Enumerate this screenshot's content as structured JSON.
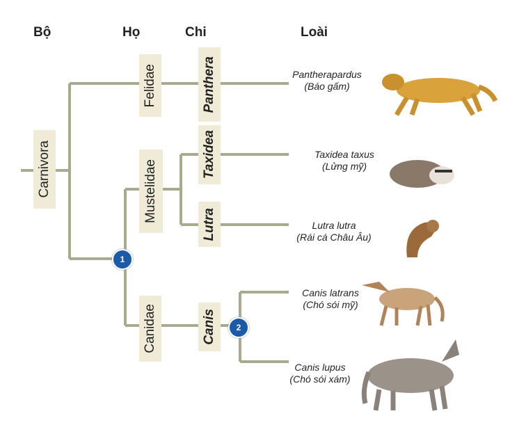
{
  "headers": {
    "order": "Bộ",
    "family": "Họ",
    "genus": "Chi",
    "species": "Loài"
  },
  "order": "Carnivora",
  "families": [
    "Felidae",
    "Mustelidae",
    "Canidae"
  ],
  "genera": [
    "Panthera",
    "Taxidea",
    "Lutra",
    "Canis"
  ],
  "species": [
    {
      "name": "Pantherapardus",
      "common": "(Báo gấm)"
    },
    {
      "name": "Taxidea taxus",
      "common": "(Lửng mỹ)"
    },
    {
      "name": "Lutra lutra",
      "common": "(Rái cá Châu Âu)"
    },
    {
      "name": "Canis latrans",
      "common": "(Chó sói mỹ)"
    },
    {
      "name": "Canis lupus",
      "common": "(Chó sói xám)"
    }
  ],
  "nodes": [
    "1",
    "2"
  ],
  "colors": {
    "line": "#a8aa8e",
    "box": "#efebd6",
    "node": "#1a5aa8"
  }
}
